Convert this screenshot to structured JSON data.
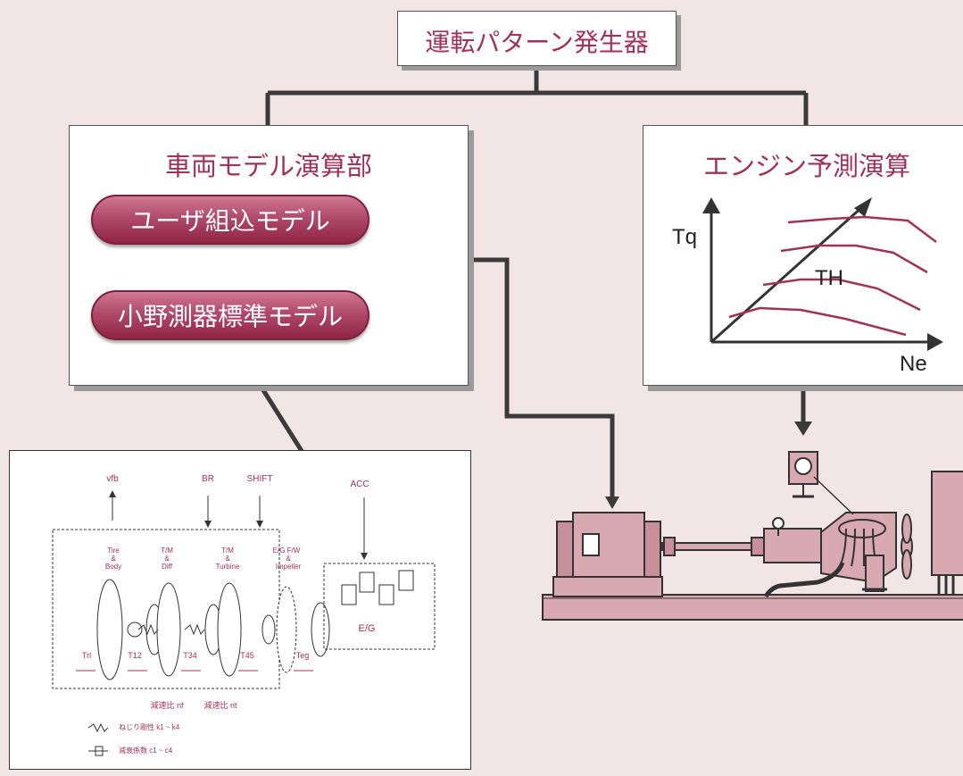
{
  "top": {
    "title": "運転パターン発生器"
  },
  "vehicle": {
    "title": "車両モデル演算部",
    "user_model": "ユーザ組込モデル",
    "standard_model": "小野測器標準モデル"
  },
  "engine": {
    "title": "エンジン予測演算",
    "y_label": "Tq",
    "x_label": "Ne",
    "curve_label": "TH"
  },
  "drivetrain": {
    "vfb": "vfb",
    "br": "BR",
    "shift": "SHIFT",
    "acc": "ACC",
    "tire": "Tire\n&\nBody",
    "tm_diff": "T/M\n&\nDiff",
    "tm_turbine": "T/M\n&\nTurbine",
    "eg_imp": "E/G  F/W\n&\nImpeller",
    "eg": "E/G",
    "trl": "Trl",
    "t12": "T12",
    "t34": "T34",
    "t45": "T45",
    "teg": "Teg",
    "nf": "減速比 nf",
    "nt": "減速比 nt",
    "legend_spring": "ねじり剛性  k1 ~ k4",
    "legend_damper": "減衰係数  c1 ~ c4"
  },
  "colors": {
    "accent": "#a0325a",
    "background": "#f2e5e6",
    "machine": "#d9a9b1"
  }
}
